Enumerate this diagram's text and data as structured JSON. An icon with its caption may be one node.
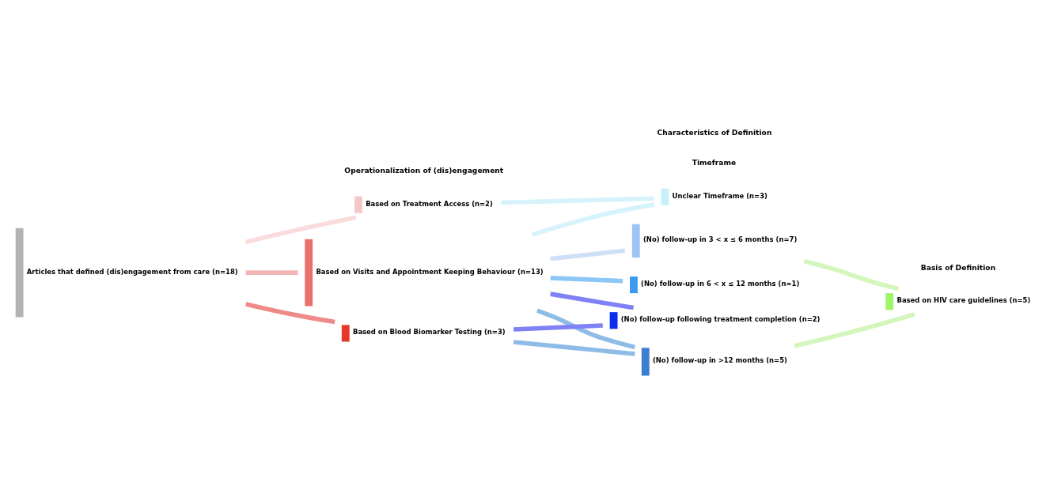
{
  "diagram": {
    "nodes": [
      {
        "text": [
          "Articles that defined (dis)engagement from care (n=18)"
        ]
      },
      {
        "text": [
          "Based on Treatment Access (n=2)"
        ]
      },
      {
        "text": [
          "Based on Visits and Appointment Keeping Behaviour (n=13)"
        ]
      },
      {
        "text": [
          "Based on Blood Biomarker Testing (n=3)"
        ]
      },
      {
        "text": [
          "Unclear Timeframe (n=3)"
        ]
      },
      {
        "text": [
          "(No) follow-up in 3 < x ≤ 6 months (n=7)"
        ]
      },
      {
        "text": [
          "(No) follow-up in 6 < x ≤ 12 months (n=1)"
        ]
      },
      {
        "text": [
          "(No) follow-up in >12 months (n=5)"
        ]
      },
      {
        "text": [
          "(No) follow-up following treatment completion (n=2)"
        ]
      },
      {
        "text": [
          "Based on HIV care guidelines (n=5)"
        ]
      }
    ],
    "edges": [
      {
        "from": 0,
        "to": 1,
        "arrow": "none",
        "color": "#f9dcdc"
      },
      {
        "from": 0,
        "to": 2,
        "arrow": "none",
        "color": "#f3b4b4"
      },
      {
        "from": 0,
        "to": 3,
        "arrow": "none",
        "color": "#ee8a87"
      },
      {
        "from": 1,
        "to": 4,
        "arrow": "none",
        "color": "#d6f3fb"
      },
      {
        "from": 2,
        "to": 4,
        "arrow": "none",
        "color": "#d6f3fb"
      },
      {
        "from": 2,
        "to": 5,
        "arrow": "none",
        "color": "#cde0f8"
      },
      {
        "from": 2,
        "to": 6,
        "arrow": "none",
        "color": "#8cc6f6"
      },
      {
        "from": 2,
        "to": 7,
        "arrow": "none",
        "color": "#8ebce6"
      },
      {
        "from": 2,
        "to": 8,
        "arrow": "none",
        "color": "#7f82f4"
      },
      {
        "from": 3,
        "to": 7,
        "arrow": "none",
        "color": "#8ebce6"
      },
      {
        "from": 3,
        "to": 8,
        "arrow": "none",
        "color": "#7f82f4"
      },
      {
        "from": 5,
        "to": 9,
        "arrow": "none",
        "color": "#d4f6bd"
      },
      {
        "from": 7,
        "to": 9,
        "arrow": "none",
        "color": "#d4f6bd"
      }
    ],
    "labels": [
      "Operationalization of (dis)engagement",
      "Timeframe",
      "Basis of Definition",
      "Characteristics of Definition"
    ]
  }
}
